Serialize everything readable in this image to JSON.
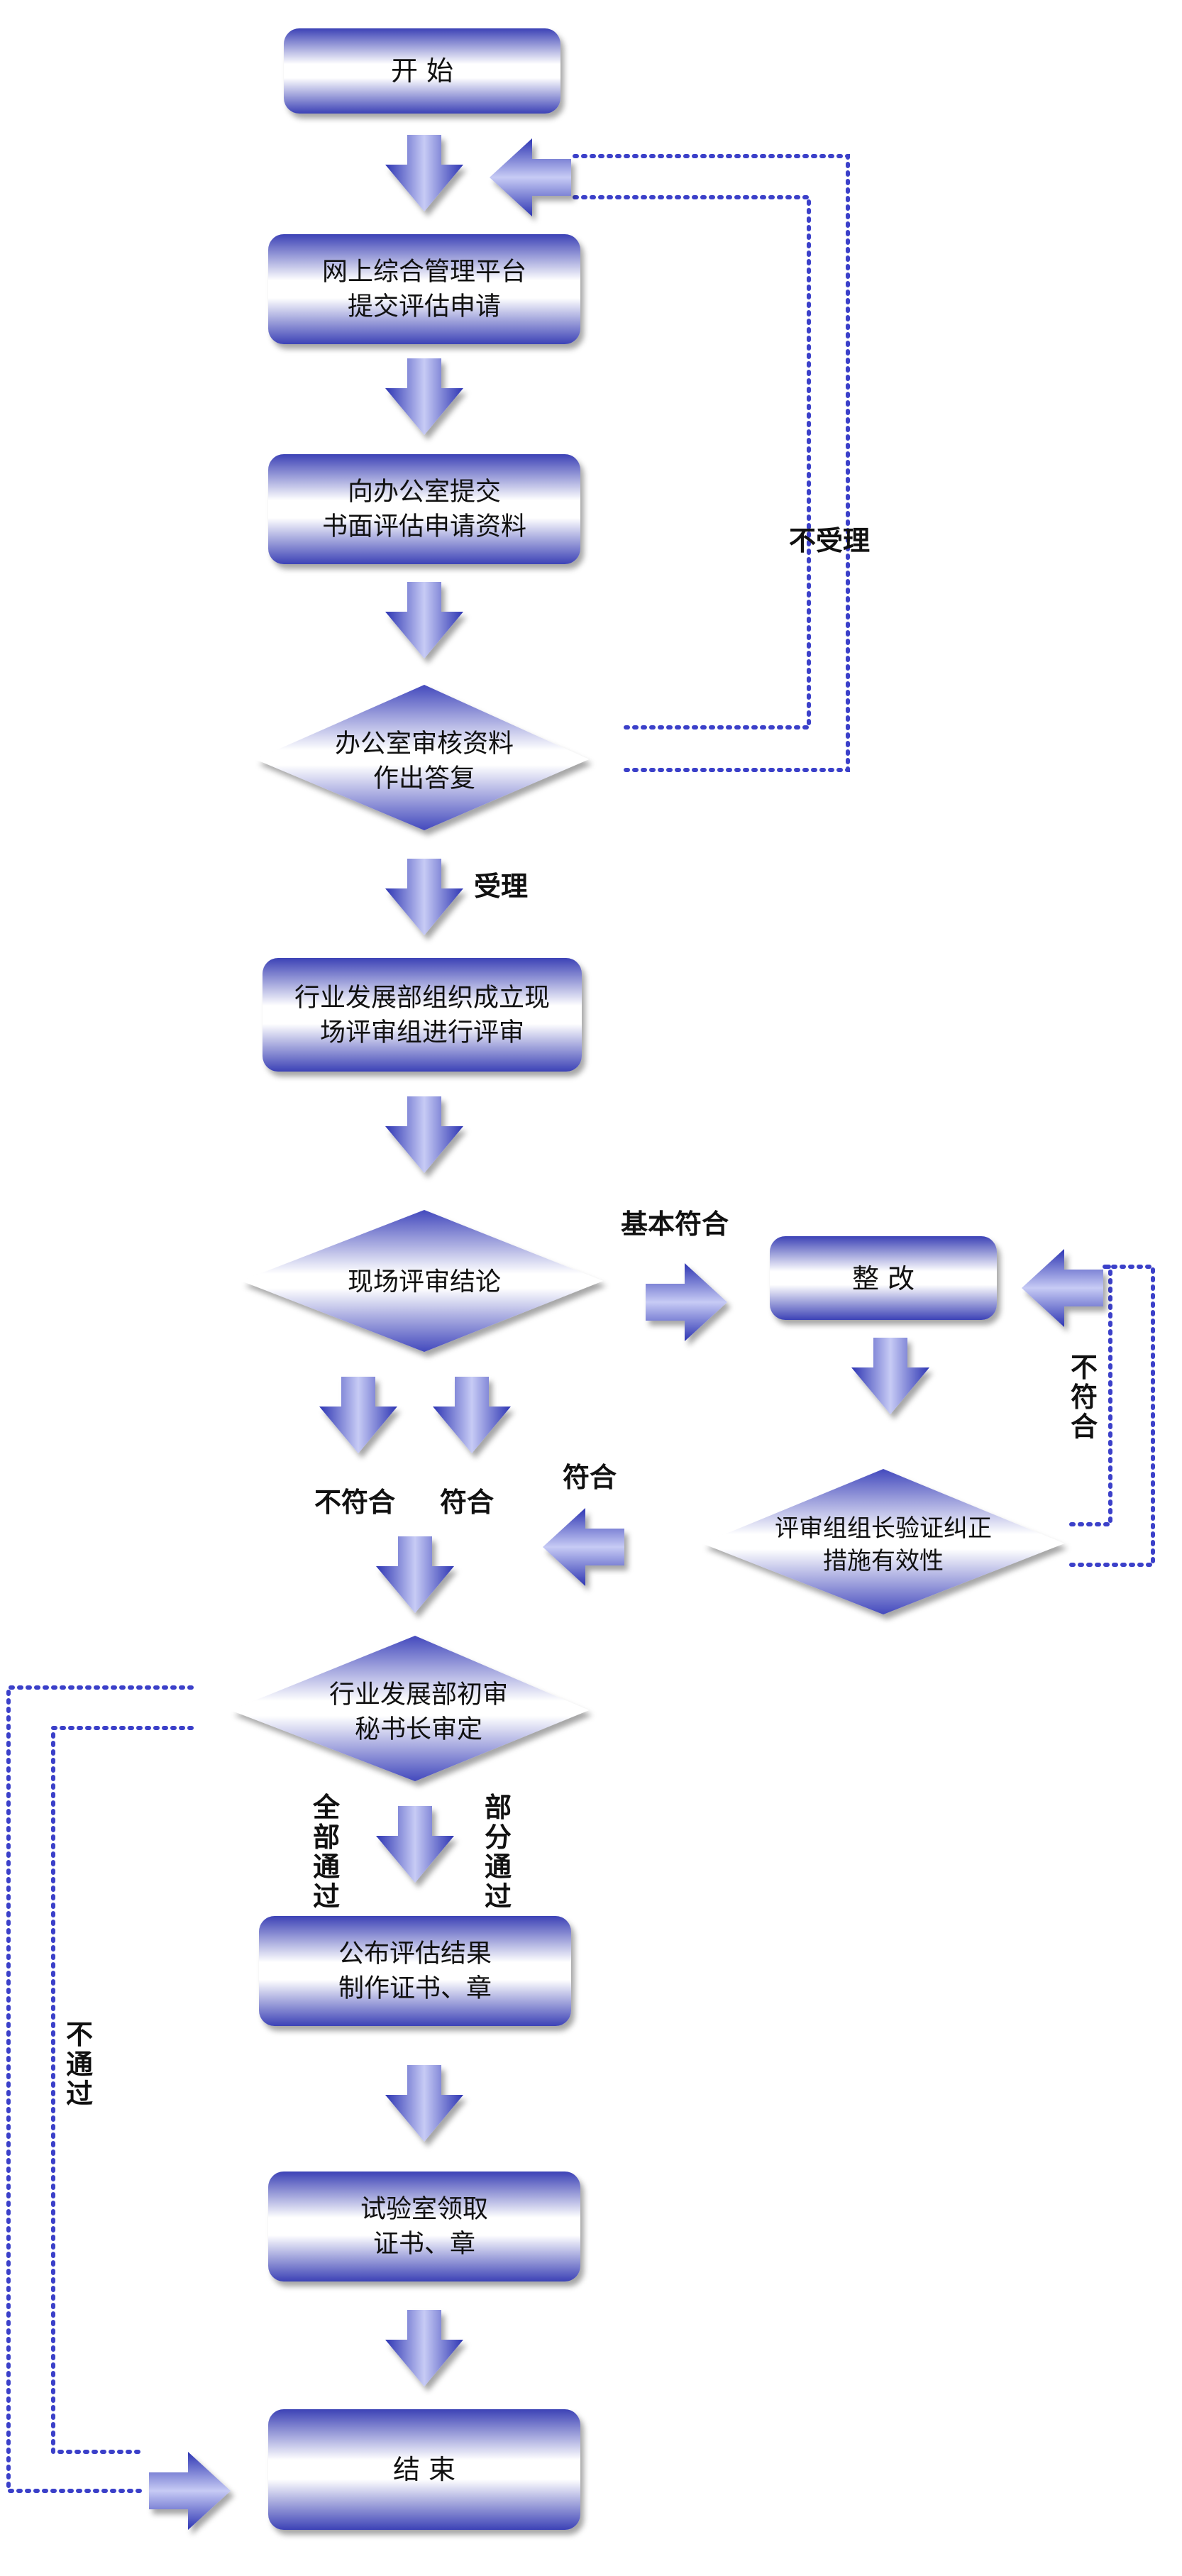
{
  "nodes": {
    "start": {
      "lines": [
        "开  始"
      ]
    },
    "submit_online": {
      "lines": [
        "网上综合管理平台",
        "提交评估申请"
      ]
    },
    "submit_office": {
      "lines": [
        "向办公室提交",
        "书面评估申请资料"
      ]
    },
    "office_review": {
      "lines": [
        "办公室审核资料",
        "作出答复"
      ]
    },
    "form_team": {
      "lines": [
        "行业发展部组织成立现",
        "场评审组进行评审"
      ]
    },
    "onsite_conclusion": {
      "lines": [
        "现场评审结论"
      ]
    },
    "rectify": {
      "lines": [
        "整  改"
      ]
    },
    "verify_correction": {
      "lines": [
        "评审组组长验证纠正",
        "措施有效性"
      ]
    },
    "dept_review": {
      "lines": [
        "行业发展部初审",
        "秘书长审定"
      ]
    },
    "publish": {
      "lines": [
        "公布评估结果",
        "制作证书、章"
      ]
    },
    "collect": {
      "lines": [
        "试验室领取",
        "证书、章"
      ]
    },
    "end": {
      "lines": [
        "结  束"
      ]
    }
  },
  "labels": {
    "not_accepted": "不受理",
    "accepted": "受理",
    "basically_conform": "基本符合",
    "not_conform_1": "不符合",
    "conform_1": "符合",
    "conform_2": "符合",
    "not_conform_2": "不符合",
    "all_pass": "全部通过",
    "partial_pass": "部分通过",
    "not_pass": "不通过"
  },
  "colors": {
    "node_dark": "#3a40b8",
    "node_light": "#ffffff",
    "arrow_dark": "#3a43c4",
    "arrow_light": "#c9cdf6",
    "dotted_line": "#3b40c9",
    "text": "#111111"
  }
}
